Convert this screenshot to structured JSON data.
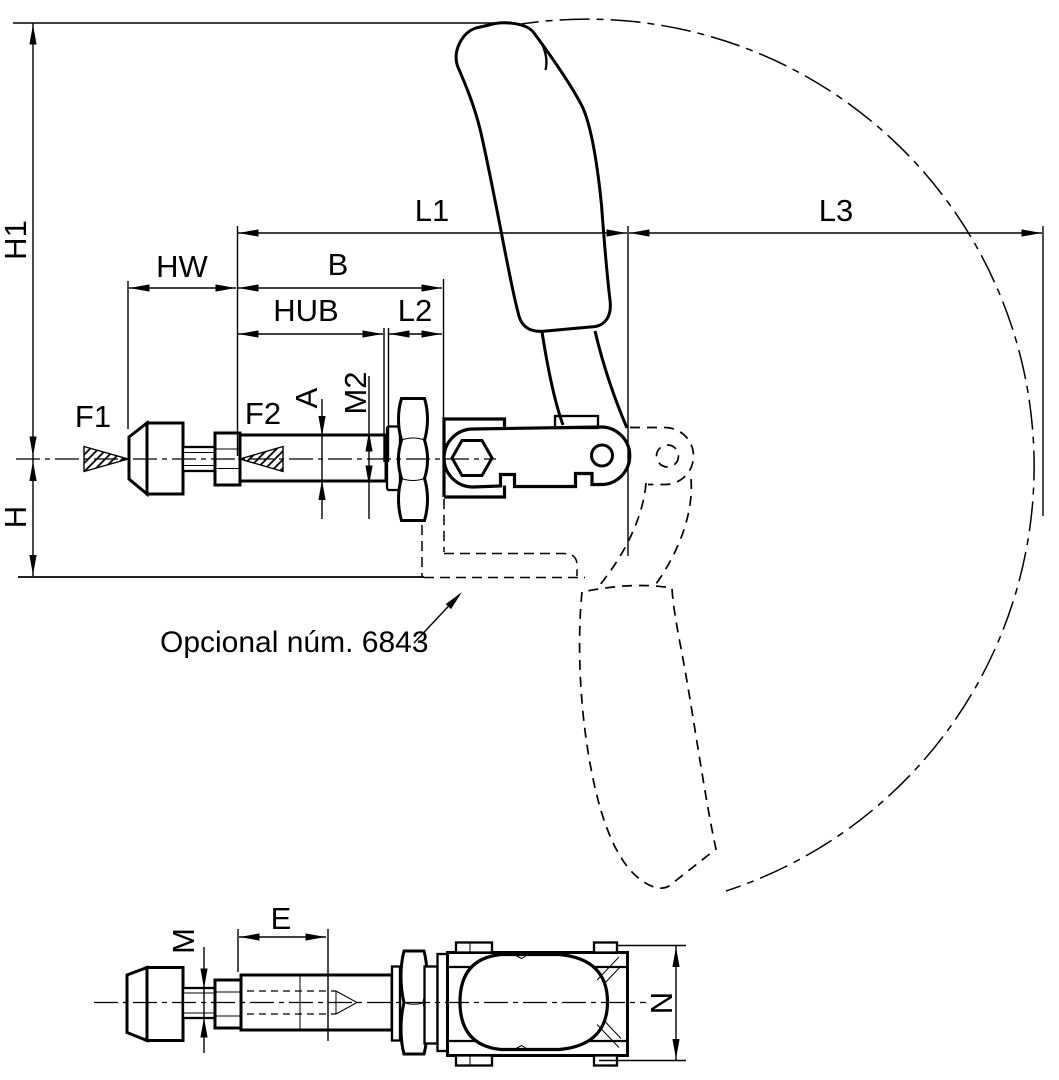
{
  "drawing": {
    "background": "#ffffff",
    "line_color": "#000000",
    "note": "Opcional núm. 6843",
    "labels": {
      "h1": "H1",
      "h": "H",
      "hw": "HW",
      "b": "B",
      "hub": "HUB",
      "l2": "L2",
      "l1": "L1",
      "l3": "L3",
      "f1": "F1",
      "f2": "F2",
      "a": "A",
      "m2": "M2",
      "m": "M",
      "e": "E",
      "n": "N"
    }
  }
}
